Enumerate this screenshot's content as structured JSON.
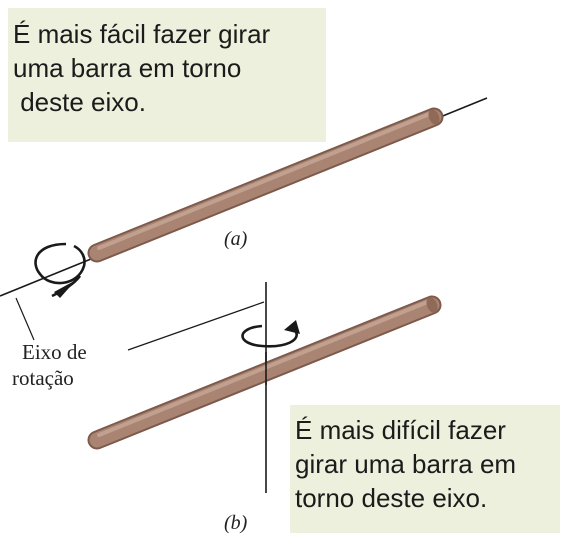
{
  "callout_a": {
    "lines": [
      "É mais fácil fazer girar",
      "uma barra em torno",
      " deste eixo."
    ]
  },
  "callout_b": {
    "lines": [
      "É mais difícil fazer",
      "girar uma barra em",
      "torno deste eixo."
    ]
  },
  "label_a": "(a)",
  "label_b": "(b)",
  "axis_label": {
    "lines": [
      "Eixo de",
      "rotação"
    ]
  },
  "colors": {
    "callout_bg": "#edf0dd",
    "rod_body": "#a98472",
    "rod_highlight": "#c7a797",
    "rod_shadow": "#7d5a4b",
    "axis_line": "#1a1a1a"
  }
}
